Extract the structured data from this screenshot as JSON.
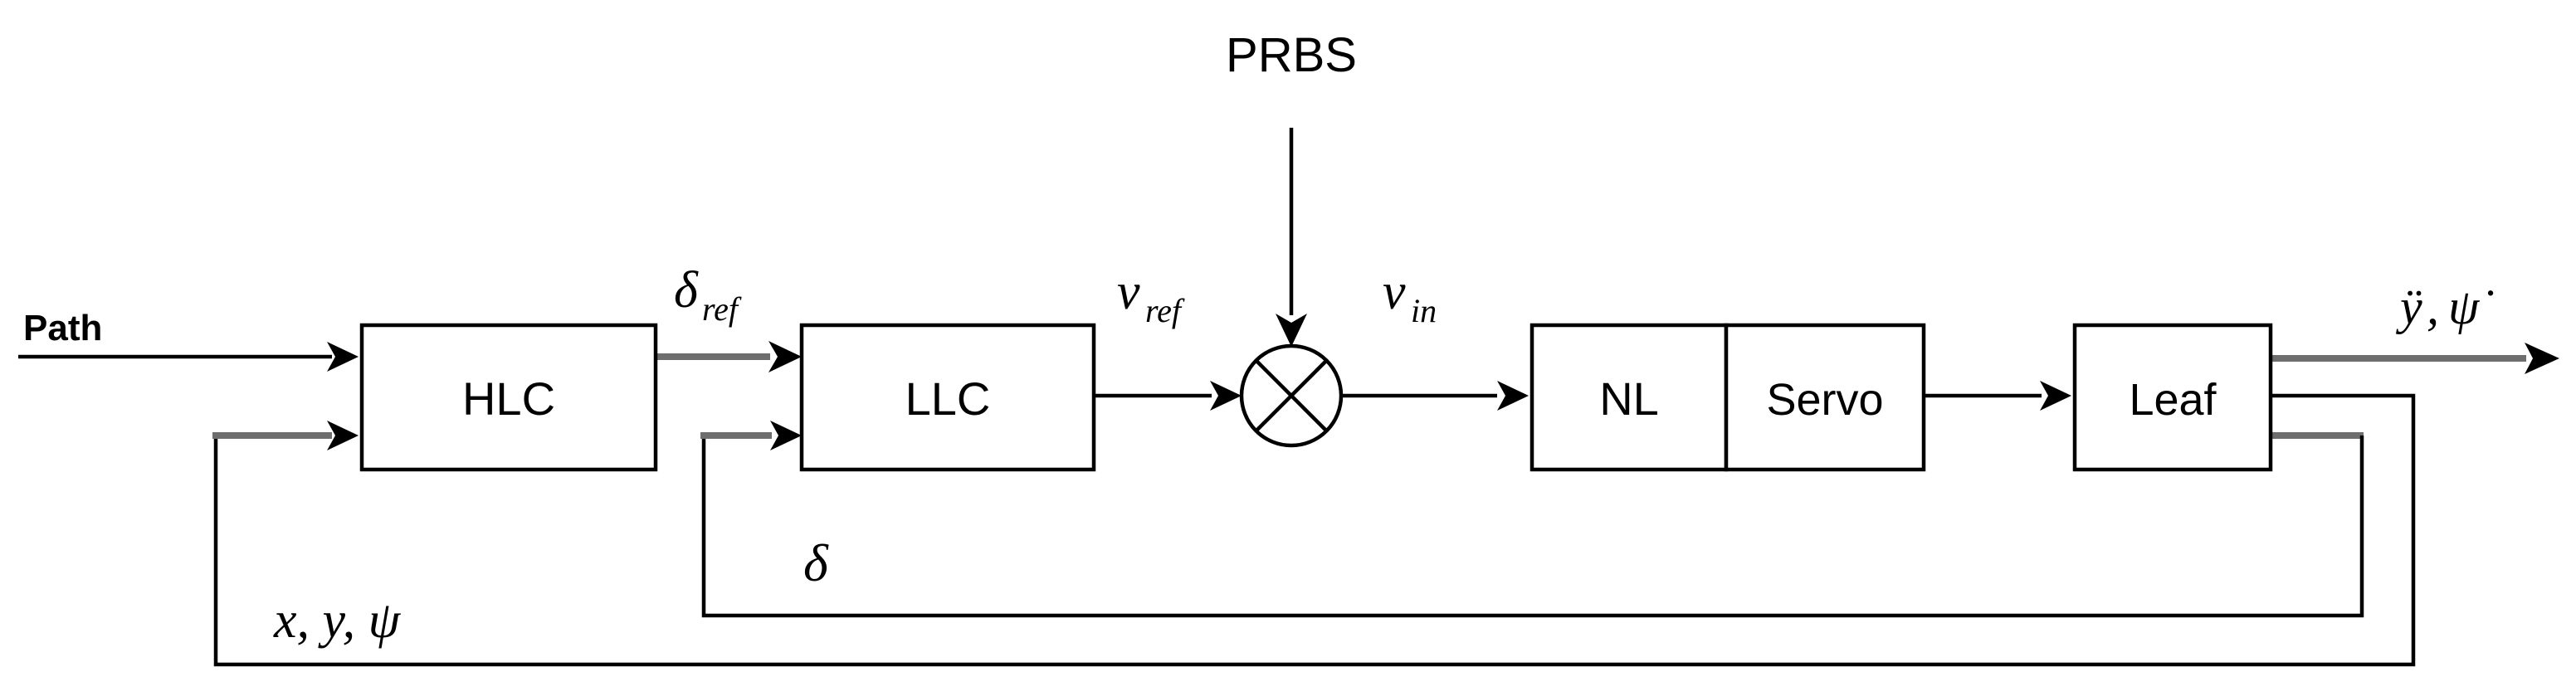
{
  "blocks": {
    "hlc": "HLC",
    "llc": "LLC",
    "nl": "NL",
    "servo": "Servo",
    "leaf": "Leaf"
  },
  "inputs": {
    "path": "Path",
    "prbs": "PRBS"
  },
  "signals": {
    "delta_ref_main": "δ",
    "delta_ref_sub": "ref",
    "v_ref_main": "v",
    "v_ref_sub": "ref",
    "v_in_main": "v",
    "v_in_sub": "in",
    "output_y": "ÿ",
    "output_psi": "ψ̇",
    "output_sep": ",",
    "feedback_delta": "δ",
    "feedback_xy_psi": "x, y, ψ"
  }
}
